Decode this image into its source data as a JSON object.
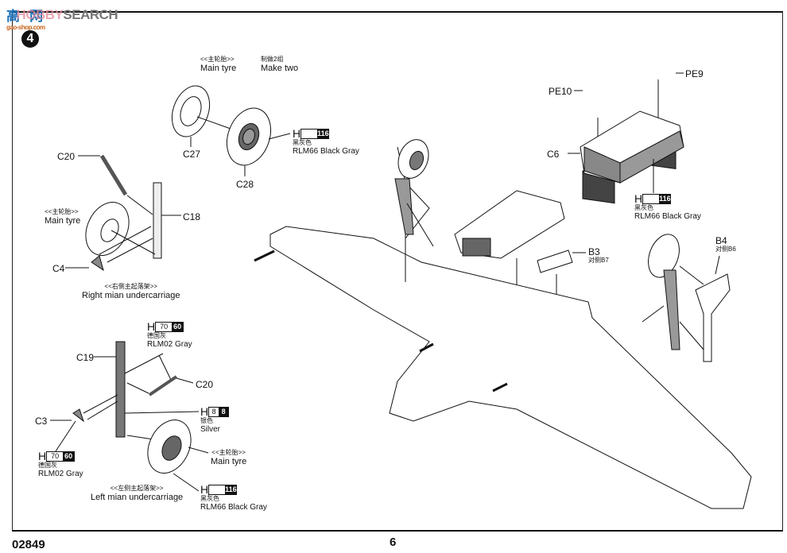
{
  "watermark": {
    "cn": "高",
    "cn2": "网",
    "hobby": "HOBBY",
    "search": "SEARCH",
    "url": "gao-shop.com"
  },
  "step_number": "4",
  "main_tyre_top": {
    "cn": "<<主轮胎>>",
    "en": "Main tyre"
  },
  "make_two": {
    "cn": "制做2组",
    "en": "Make two"
  },
  "parts": {
    "c27": "C27",
    "c28": "C28",
    "c20_top": "C20",
    "c18": "C18",
    "c4": "C4",
    "c19": "C19",
    "c20_bottom": "C20",
    "c3": "C3",
    "pe10": "PE10",
    "pe9": "PE9",
    "c6": "C6",
    "b3": "B3",
    "b3_note": "对侧B7",
    "b4": "B4",
    "b4_note": "对侧B6"
  },
  "main_tyre_right": {
    "cn": "<<主轮胎>>",
    "en": "Main tyre"
  },
  "right_undercarriage": {
    "cn": "<<右侧主起落架>>",
    "en": "Right mian undercarriage"
  },
  "left_undercarriage": {
    "cn": "<<左侧主起落架>>",
    "en": "Left mian undercarriage"
  },
  "main_tyre_left": {
    "cn": "<<主轮胎>>",
    "en": "Main tyre"
  },
  "paints": {
    "black_gray_1": {
      "prefix": "H",
      "code1": "",
      "code2": "116",
      "cn": "黑灰色",
      "en": "RLM66 Black Gray"
    },
    "black_gray_2": {
      "prefix": "H",
      "code1": "",
      "code2": "116",
      "cn": "黑灰色",
      "en": "RLM66 Black Gray"
    },
    "black_gray_3": {
      "prefix": "H",
      "code1": "",
      "code2": "116",
      "cn": "黑灰色",
      "en": "RLM66 Black Gray"
    },
    "rlm02_1": {
      "prefix": "H",
      "code1": "70",
      "code2": "60",
      "cn": "德国灰",
      "en": "RLM02 Gray"
    },
    "rlm02_2": {
      "prefix": "H",
      "code1": "70",
      "code2": "60",
      "cn": "德国灰",
      "en": "RLM02 Gray"
    },
    "silver": {
      "prefix": "H",
      "code1": "8",
      "code2": "8",
      "cn": "银色",
      "en": "Silver"
    }
  },
  "footer": {
    "code": "02849",
    "page": "6"
  }
}
